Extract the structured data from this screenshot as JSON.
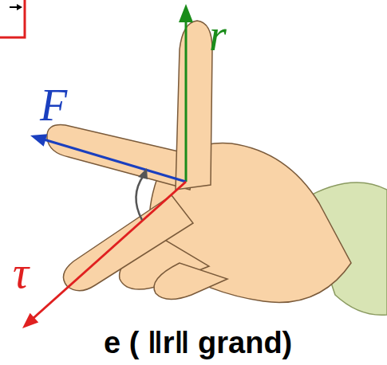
{
  "diagram": {
    "labels": [
      "r⃗",
      "F⃗",
      "τ⃗",
      "e ( ‖r‖ grand)"
    ]
  }
}
